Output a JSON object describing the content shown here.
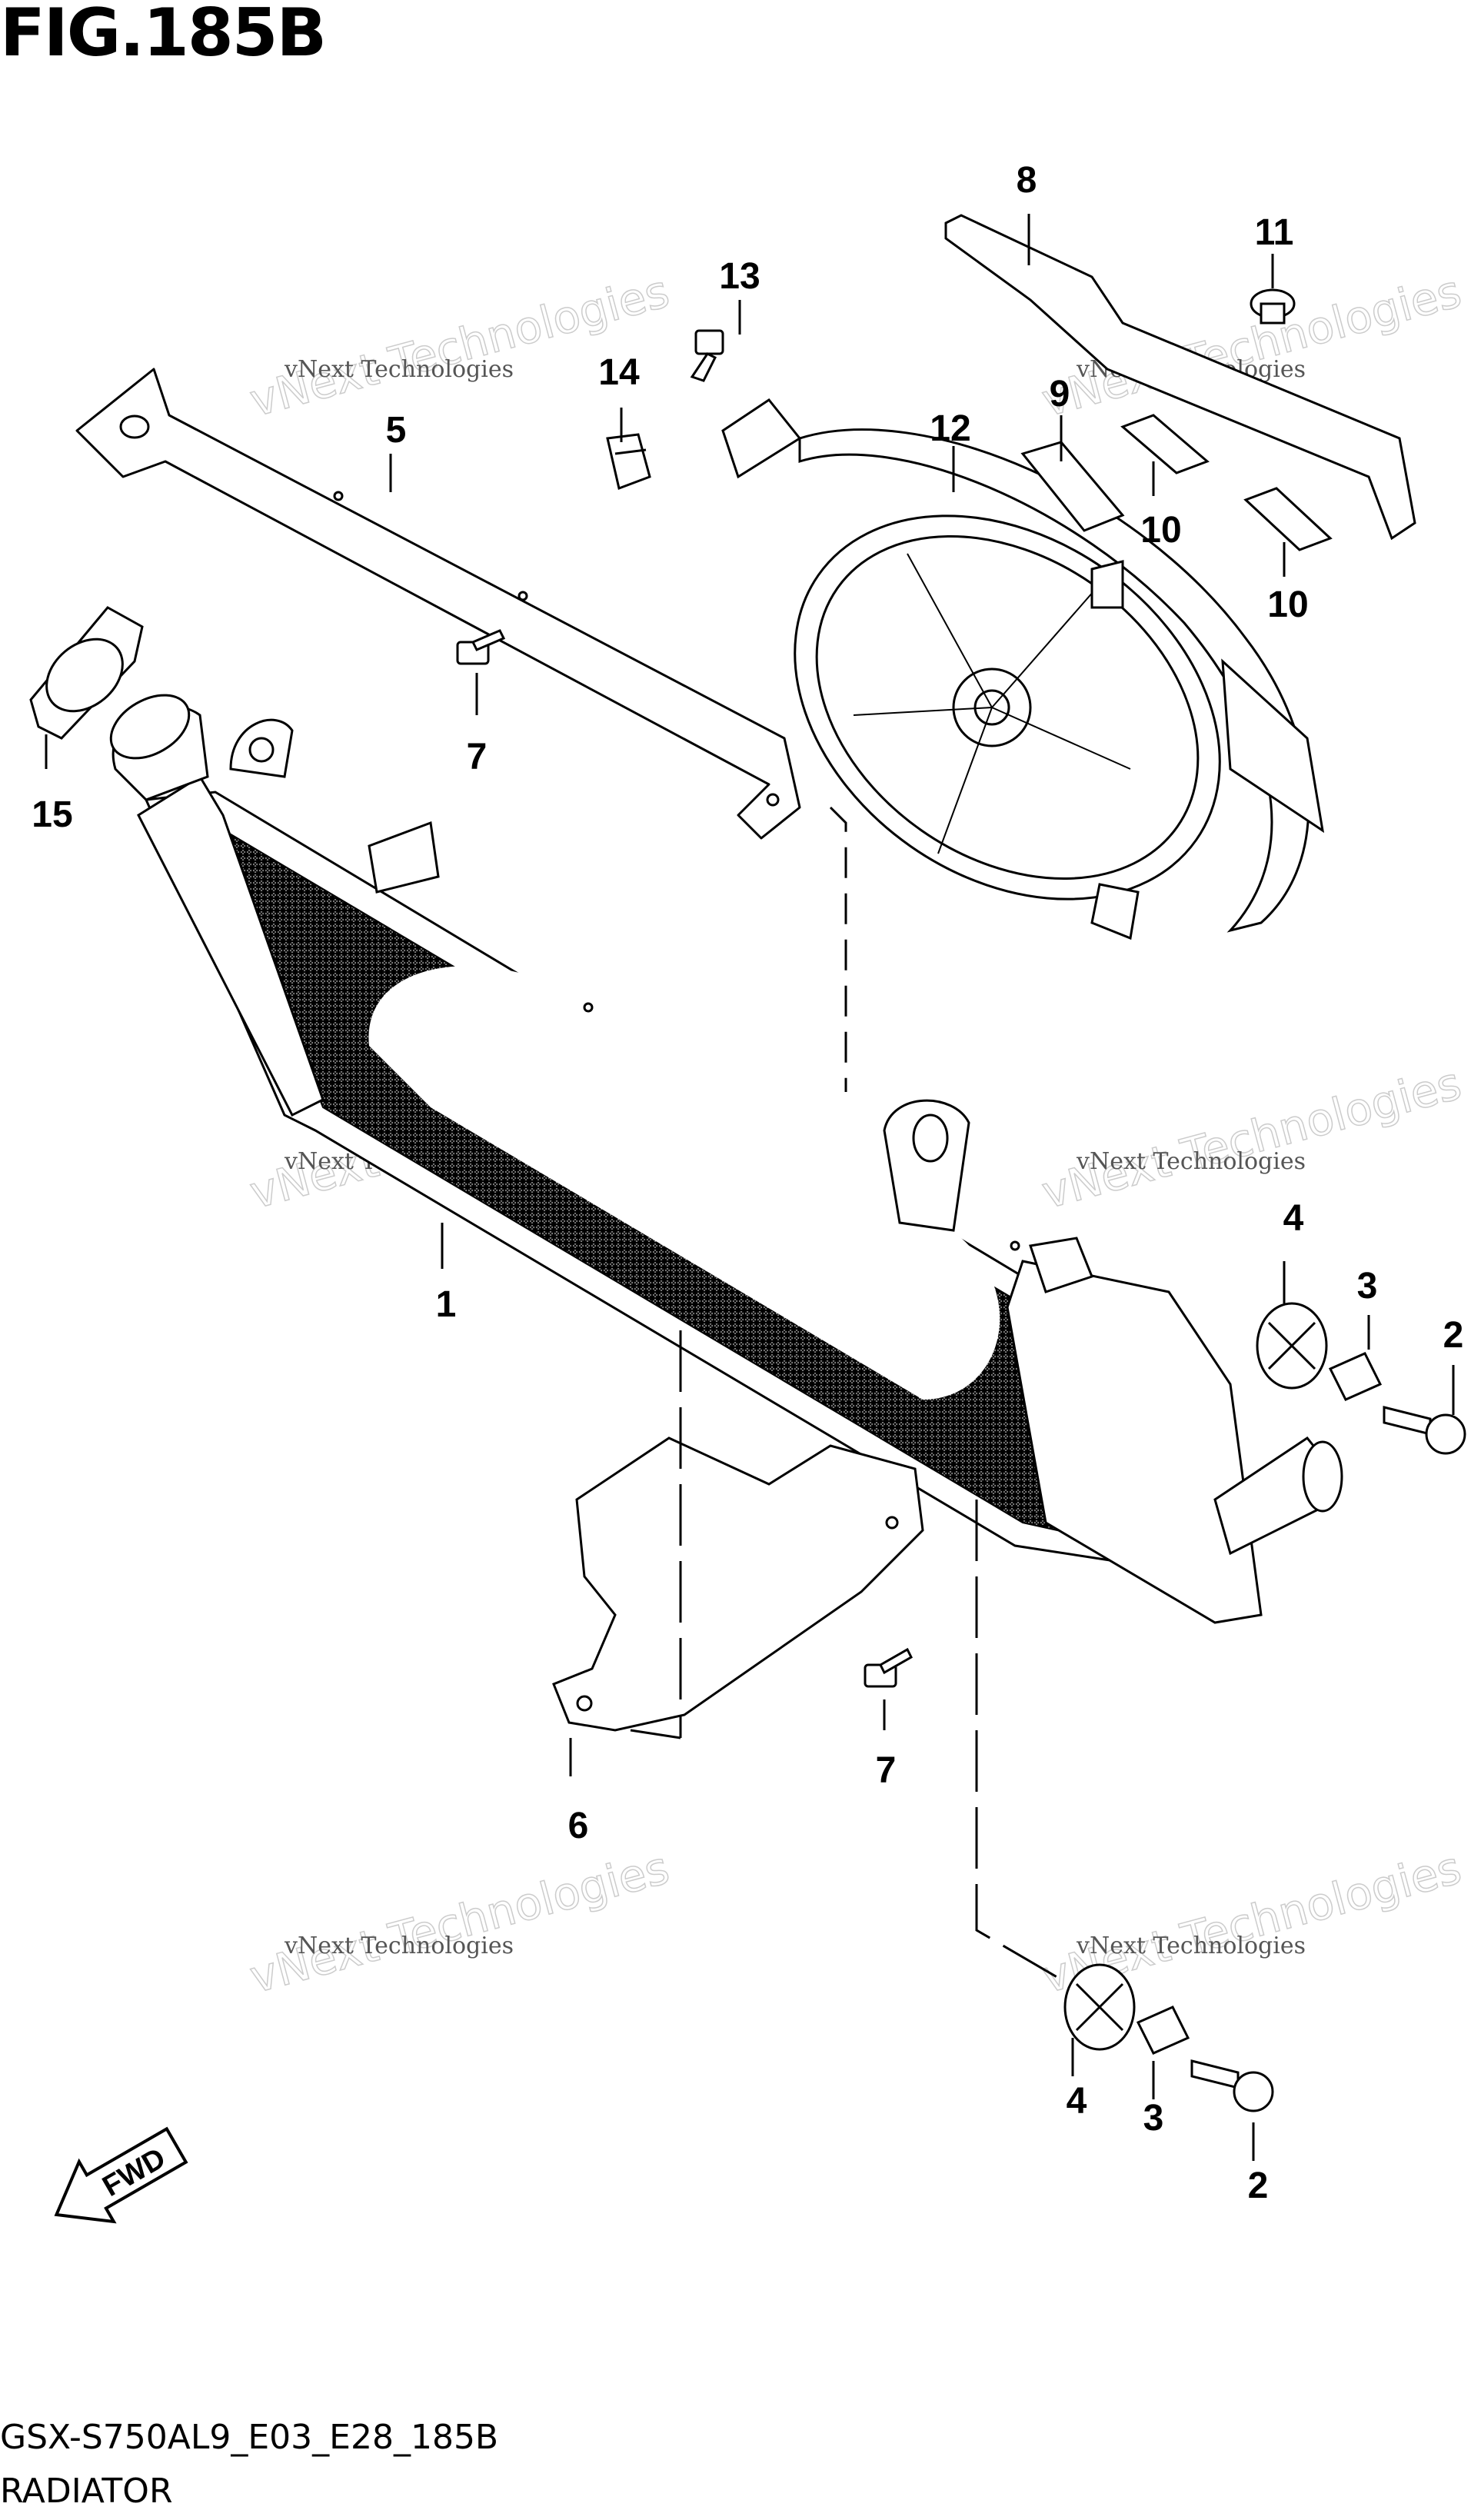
{
  "figure": {
    "title": "FIG.185B",
    "model_code": "GSX-S750AL9_E03_E28_185B",
    "section_name": "RADIATOR"
  },
  "fwd_label": "FWD",
  "watermark": {
    "line1": "vNext Technologies",
    "line2": "vNext Technologies"
  },
  "callouts": {
    "c1": "1",
    "c2a": "2",
    "c2b": "2",
    "c3a": "3",
    "c3b": "3",
    "c4a": "4",
    "c4b": "4",
    "c5": "5",
    "c6": "6",
    "c7a": "7",
    "c7b": "7",
    "c8": "8",
    "c9": "9",
    "c10a": "10",
    "c10b": "10",
    "c11": "11",
    "c12": "12",
    "c13": "13",
    "c14": "14",
    "c15": "15"
  }
}
